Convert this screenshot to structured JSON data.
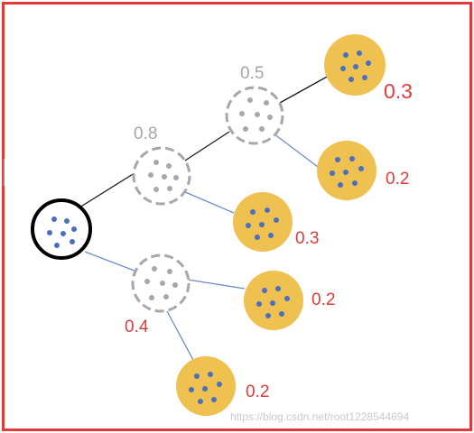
{
  "colors": {
    "frame": "#e03a3a",
    "black_edge": "#1a1a1a",
    "blue_edge": "#6e8cc8",
    "dashed_node": "#a8a8a8",
    "gray_dot": "#a8a8a8",
    "blue_dot": "#4a6fbf",
    "leaf_fill": "#efc150",
    "root_stroke": "#000000",
    "gray_text": "#a6a6a6",
    "red_text": "#e23a3a"
  },
  "labels": {
    "upper_branch": "0.8",
    "upper_sub_branch": "0.5",
    "lower_branch": "0.4",
    "leaf_top": "0.3",
    "leaf_upper_mid": "0.2",
    "leaf_mid": "0.3",
    "leaf_lower_mid": "0.2",
    "leaf_bottom": "0.2"
  },
  "watermark": "https://blog.csdn.net/root1228544694"
}
